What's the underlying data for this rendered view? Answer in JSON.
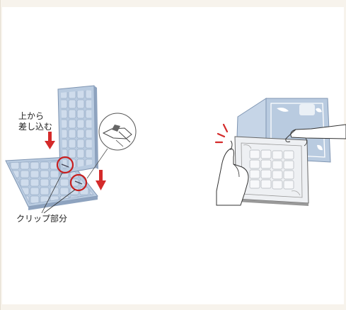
{
  "left_illustration": {
    "insert_label_line1": "上から",
    "insert_label_line2": "差し込む",
    "clip_label": "クリップ部分"
  },
  "colors": {
    "mat_blue": "#b9cbe0",
    "mat_border": "#7f95b2",
    "arrow_red": "#d42a2a",
    "circle_red": "#c81e1e"
  },
  "icons": [
    "down-arrow-icon",
    "clip-callout-icon",
    "hand-icon",
    "impact-lines-icon"
  ]
}
